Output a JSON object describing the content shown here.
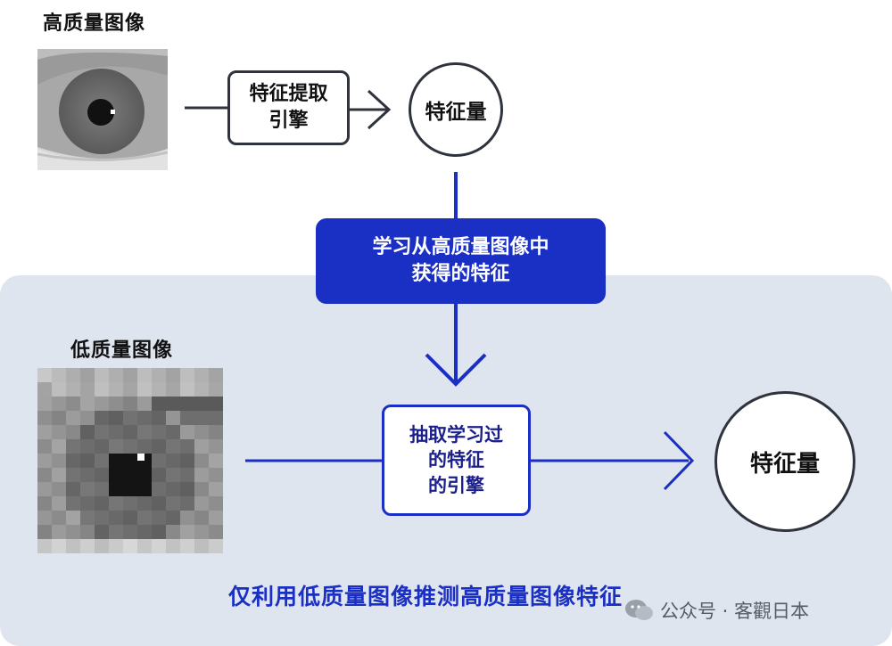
{
  "high_quality": {
    "label": "高质量图像",
    "extractor_label": "特征提取引擎",
    "extractor_lines": [
      "特征提取",
      "引擎"
    ],
    "feature_label": "特征量"
  },
  "learning_box": {
    "lines": [
      "学习从高质量图像中",
      "获得的特征"
    ]
  },
  "low_quality": {
    "label": "低质量图像",
    "engine_lines": [
      "抽取学习过",
      "的特征",
      "的引擎"
    ],
    "feature_label": "特征量"
  },
  "caption": "仅利用低质量图像推测高质量图像特征",
  "watermark": "公众号 · 客觀日本",
  "icons": {
    "high_image": "eye-photo-icon",
    "low_image": "pixelated-eye-icon",
    "watermark_logo": "wechat-icon"
  },
  "colors": {
    "accent_blue": "#1a2fc4",
    "dark_stroke": "#2f333d",
    "panel_bg": "#dfe5ee"
  }
}
